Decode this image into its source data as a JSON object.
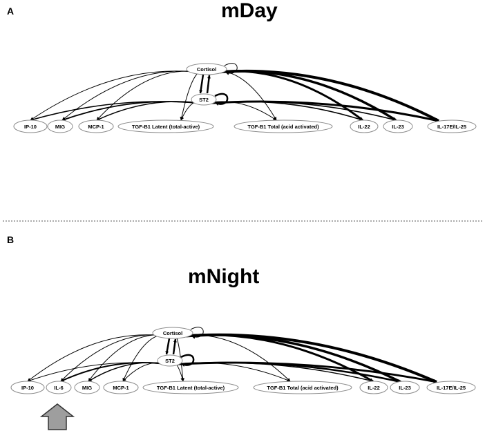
{
  "colors": {
    "edge": "#000000",
    "node_stroke": "#8a8a8a",
    "divider": "#555555",
    "arrow_fill": "#9e9e9e"
  },
  "panels": [
    {
      "letter": "A",
      "title": "mDay",
      "hub_nodes": [
        "Cortisol",
        "ST2"
      ],
      "target_nodes": [
        "IP-10",
        "MIG",
        "MCP-1",
        "TGF-B1 Latent (total-active)",
        "TGF-B1 Total (acid activated)",
        "IL-22",
        "IL-23",
        "IL-17E/IL-25"
      ]
    },
    {
      "letter": "B",
      "title": "mNight",
      "hub_nodes": [
        "Cortisol",
        "ST2"
      ],
      "target_nodes": [
        "IP-10",
        "IL-6",
        "MIG",
        "MCP-1",
        "TGF-B1 Latent (total-active)",
        "TGF-B1 Total (acid activated)",
        "IL-22",
        "IL-23",
        "IL-17E/IL-25"
      ],
      "highlight_arrow": "up-arrow-under-IL-6"
    }
  ]
}
